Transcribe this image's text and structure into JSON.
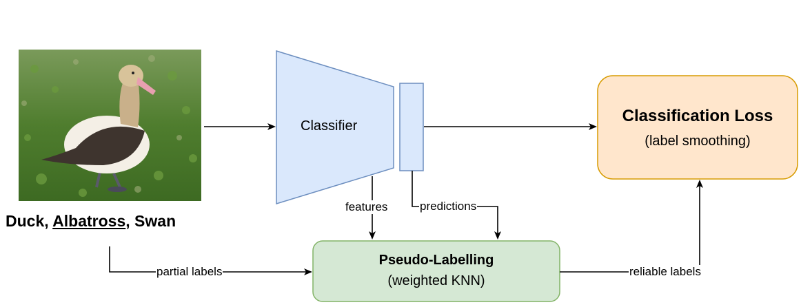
{
  "input": {
    "photo_icon": "albatross-photo",
    "caption_parts": [
      "Duck, ",
      "Albatross",
      ", Swan"
    ]
  },
  "classifier": {
    "label": "Classifier"
  },
  "loss": {
    "title": "Classification Loss",
    "subtitle": "(label smoothing)"
  },
  "pseudo": {
    "title": "Pseudo-Labelling",
    "subtitle": "(weighted KNN)"
  },
  "edges": {
    "features": "features",
    "predictions": "predictions",
    "partial_labels": "partial labels",
    "reliable_labels": "reliable labels"
  },
  "colors": {
    "classifier_fill": "#dae8fc",
    "classifier_stroke": "#6c8ebf",
    "loss_fill": "#ffe6cc",
    "loss_stroke": "#d79b00",
    "pseudo_fill": "#d5e8d4",
    "pseudo_stroke": "#82b366",
    "grass": "#5e8a3a",
    "bird_body": "#f4efe6",
    "bird_wing": "#3e342e",
    "beak": "#e8a0b0"
  }
}
